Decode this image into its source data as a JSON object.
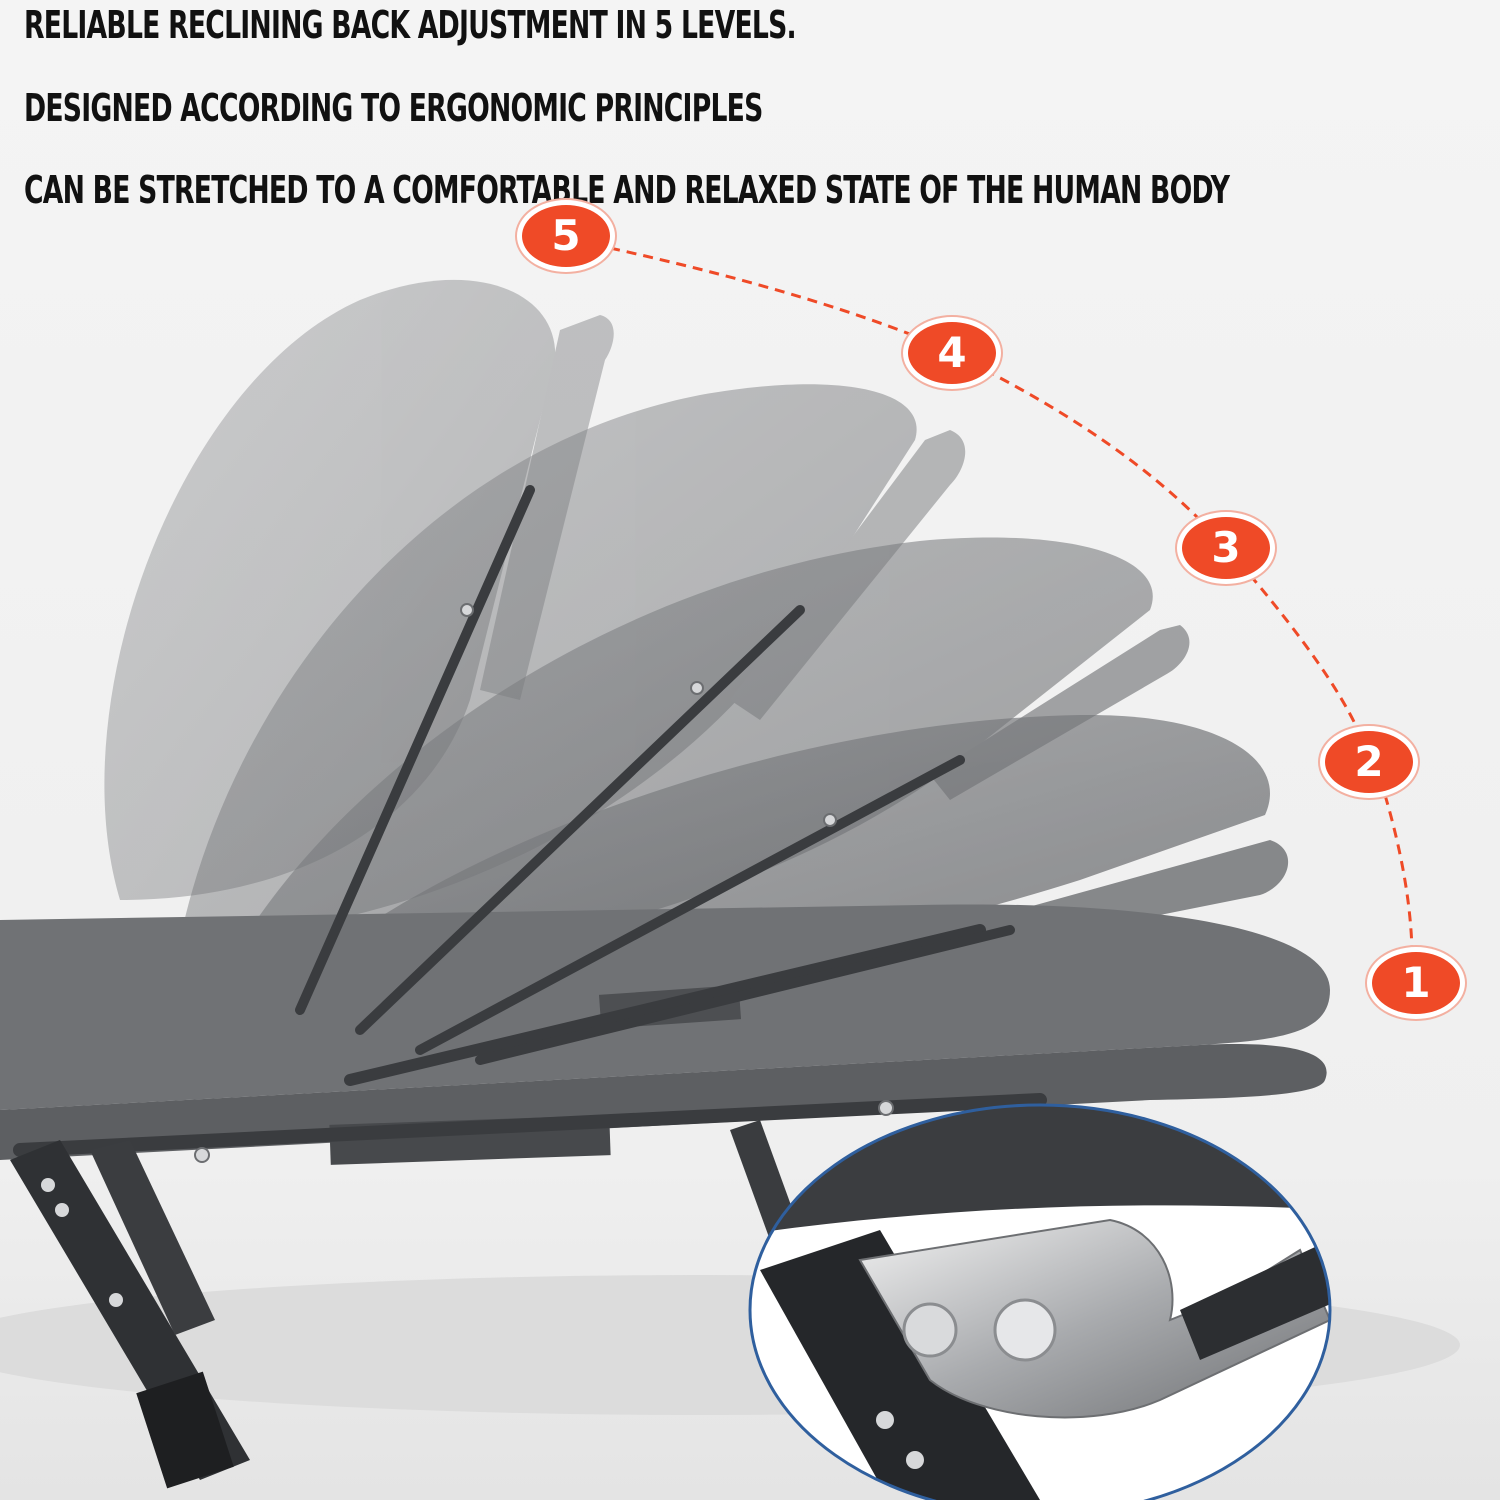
{
  "headlines": {
    "line1": "RELIABLE RECLINING BACK ADJUSTMENT IN 5 LEVELS.",
    "line2": "DESIGNED ACCORDING TO ERGONOMIC PRINCIPLES",
    "line3": "CAN BE STRETCHED TO A COMFORTABLE AND RELAXED STATE OF THE HUMAN BODY"
  },
  "levels": {
    "l1": "1",
    "l2": "2",
    "l3": "3",
    "l4": "4",
    "l5": "5"
  },
  "colors": {
    "badge": "#ef4a27",
    "cushion": "#6b6d70",
    "frame": "#3a3c3f",
    "background": "#f2f2f2",
    "inset_ring": "#2f5f9e"
  },
  "icons": {
    "recline_arc": "dashed-arc",
    "hinge_detail": "hinge-closeup"
  }
}
